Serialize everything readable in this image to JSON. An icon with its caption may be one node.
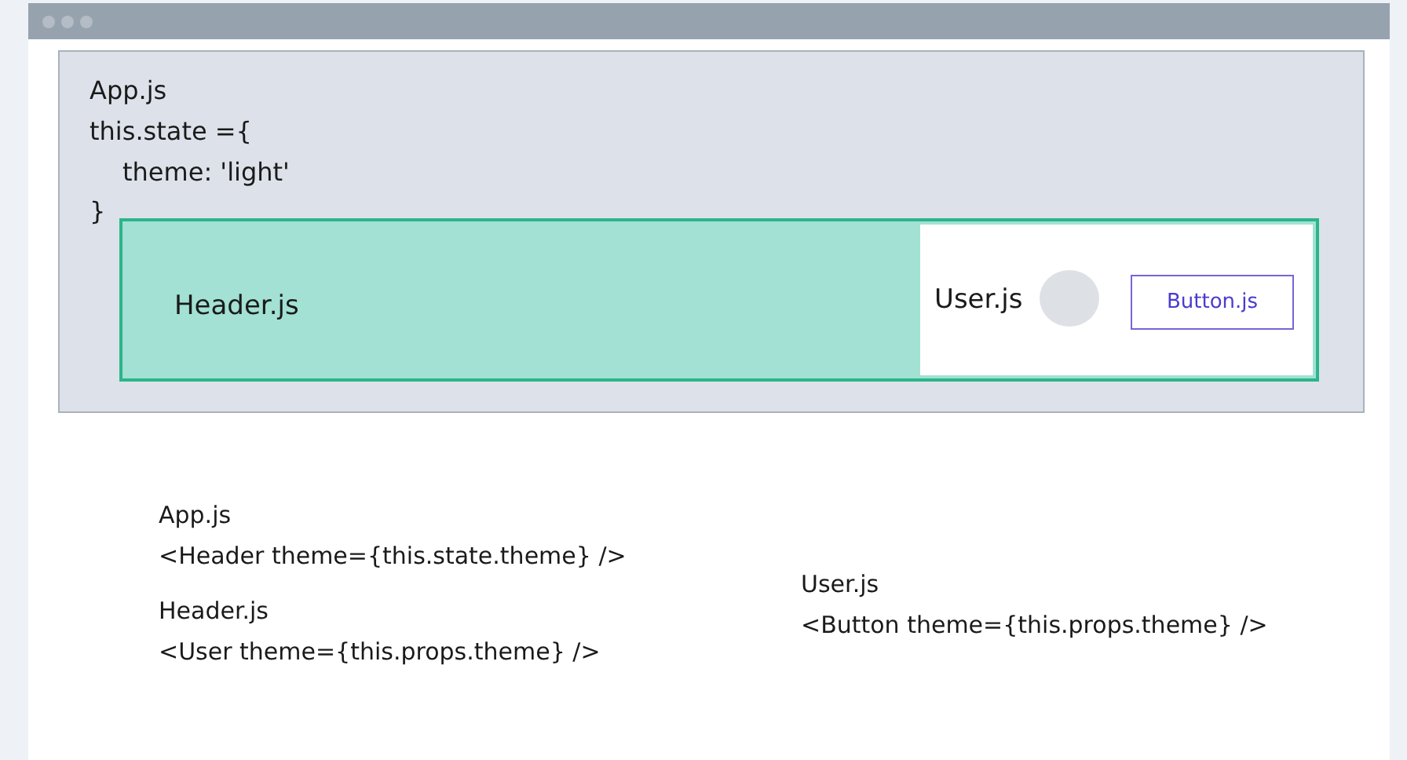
{
  "diagram": {
    "nodes": [
      {
        "text": [
          "App.js",
          "this.state ={",
          "theme: 'light'",
          "}"
        ]
      },
      {
        "text": [
          "Header.js"
        ],
        "in": 0
      },
      {
        "text": [
          "User.js"
        ],
        "in": 1
      },
      {
        "text": [],
        "shape": "circle",
        "in": 2
      },
      {
        "text": [
          "Button.js"
        ],
        "in": 2
      }
    ],
    "labels": [
      "App.js",
      "<Header theme={this.state.theme} />",
      "Header.js",
      "<User theme={this.props.theme} />",
      "User.js",
      "<Button theme={this.props.theme} />"
    ]
  }
}
